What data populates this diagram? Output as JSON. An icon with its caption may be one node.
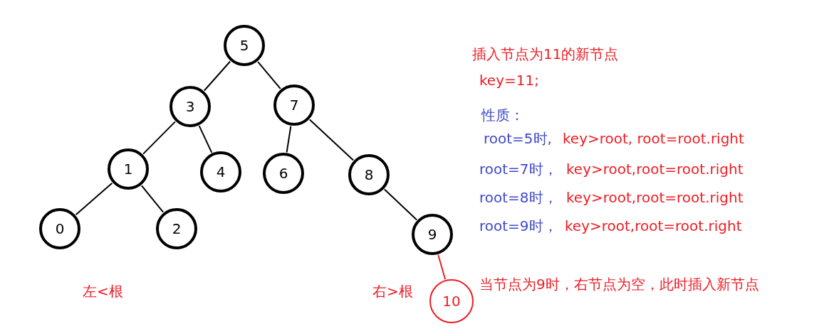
{
  "diagram": {
    "nodes": [
      {
        "text": [
          "5"
        ]
      },
      {
        "text": [
          "3"
        ]
      },
      {
        "text": [
          "7"
        ]
      },
      {
        "text": [
          "1"
        ]
      },
      {
        "text": [
          "4"
        ]
      },
      {
        "text": [
          "6"
        ]
      },
      {
        "text": [
          "8"
        ]
      },
      {
        "text": [
          "0"
        ]
      },
      {
        "text": [
          "2"
        ]
      },
      {
        "text": [
          "9"
        ]
      },
      {
        "text": [
          "10"
        ]
      }
    ],
    "edges": [
      {
        "from": 0,
        "to": 1,
        "arrow": "none"
      },
      {
        "from": 0,
        "to": 2,
        "arrow": "none"
      },
      {
        "from": 1,
        "to": 3,
        "arrow": "none"
      },
      {
        "from": 1,
        "to": 4,
        "arrow": "none"
      },
      {
        "from": 2,
        "to": 5,
        "arrow": "none"
      },
      {
        "from": 2,
        "to": 6,
        "arrow": "none"
      },
      {
        "from": 3,
        "to": 7,
        "arrow": "none"
      },
      {
        "from": 3,
        "to": 8,
        "arrow": "none"
      },
      {
        "from": 6,
        "to": 9,
        "arrow": "none"
      },
      {
        "from": 9,
        "to": 10,
        "arrow": "none",
        "color": "#ee1c24"
      }
    ],
    "labels": [
      "插入节点为11的新节点",
      "key=11;",
      "性质：",
      "root=5时,",
      "key>root, root=root.right",
      "root=7时，",
      "key>root,root=root.right",
      "root=8时，",
      "key>root,root=root.right",
      "root=9时，",
      "key>root,root=root.right",
      "当节点为9时，右节点为空，此时插入新节点",
      "左<根",
      "右>根"
    ]
  }
}
